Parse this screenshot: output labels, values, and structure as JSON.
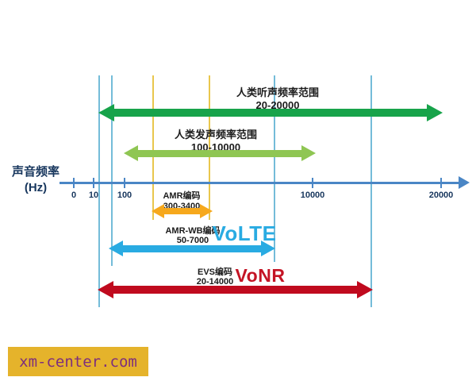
{
  "diagram": {
    "axis": {
      "title_line1": "声音频率",
      "title_line2": "(Hz)",
      "color": "#4a86c5",
      "ticks": [
        {
          "label": "0"
        },
        {
          "label": "10"
        },
        {
          "label": "100"
        },
        {
          "label": "10000"
        },
        {
          "label": "20000"
        }
      ]
    },
    "guides": {
      "blue": "#74bcd9",
      "yellow": "#e9c64d"
    },
    "arrows": [
      {
        "name": "human-hearing",
        "label": "人类听声频率范围",
        "range": "20-20000",
        "color": "#17a34a"
      },
      {
        "name": "human-voice",
        "label": "人类发声频率范围",
        "range": "100-10000",
        "color": "#8fc653"
      },
      {
        "name": "amr-codec",
        "label": "AMR编码",
        "range": "300-3400",
        "color": "#f6a81c"
      },
      {
        "name": "amr-wb-codec",
        "label": "AMR-WB编码",
        "range": "50-7000",
        "color": "#29abe2"
      },
      {
        "name": "evs-codec",
        "label": "EVS编码",
        "range": "20-14000",
        "color": "#c00a1e"
      }
    ],
    "badges": {
      "volte": {
        "text": "VoLTE",
        "color": "#29abe2"
      },
      "vonr": {
        "text": "VoNR",
        "color": "#c41425"
      }
    }
  },
  "watermark": {
    "text": "xm-center.com",
    "background": "#e5b32b",
    "text_color": "#7d2f7d"
  }
}
